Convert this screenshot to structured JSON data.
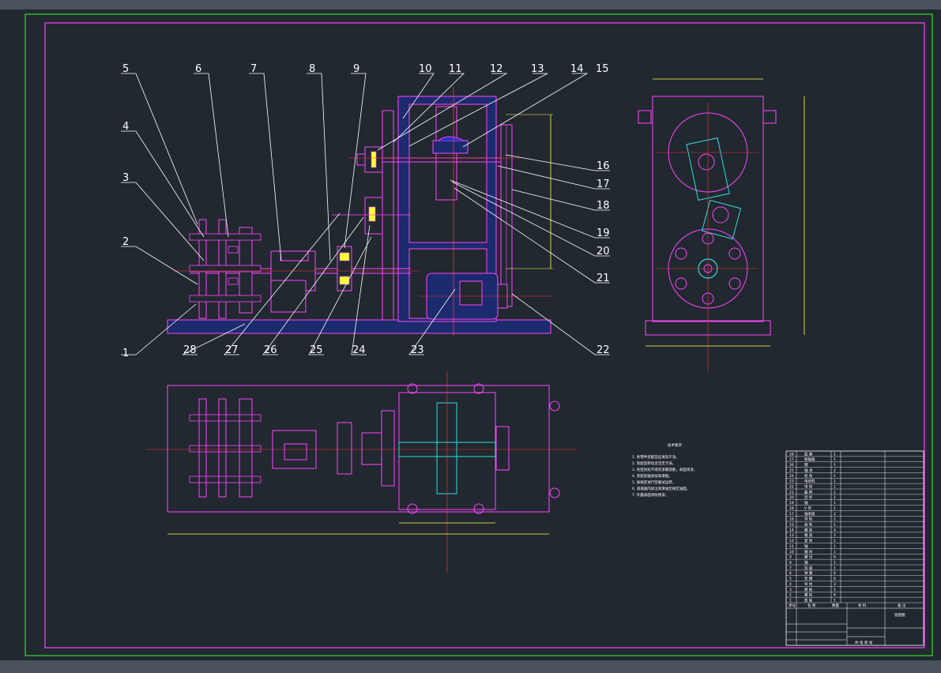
{
  "drawing": {
    "part_labels": [
      "1",
      "2",
      "3",
      "4",
      "5",
      "6",
      "7",
      "8",
      "9",
      "10",
      "11",
      "12",
      "13",
      "14",
      "15",
      "16",
      "17",
      "18",
      "19",
      "20",
      "21",
      "22",
      "23",
      "24",
      "25",
      "26",
      "27",
      "28"
    ],
    "tech_notes_title": "技术要求",
    "tech_notes": [
      "1. 各零件装配前应清洗干净。",
      "2. 装配后转动灵活无卡滞。",
      "3. 各密封处不得有渗漏现象，表面涂漆。",
      "4. 装配前轴承加润滑脂。",
      "5. 按规定进行空载试运转。",
      "6. 减速器内加注润滑油至规定油面。",
      "7. 外露表面涂防锈漆。"
    ],
    "bom_rows": [
      [
        "28",
        "底 座",
        "1",
        ""
      ],
      [
        "27",
        "联轴器",
        "1",
        ""
      ],
      [
        "26",
        "键",
        "1",
        ""
      ],
      [
        "25",
        "轴 承",
        "2",
        ""
      ],
      [
        "24",
        "机 架",
        "1",
        ""
      ],
      [
        "23",
        "电动机",
        "1",
        ""
      ],
      [
        "22",
        "带 轮",
        "1",
        ""
      ],
      [
        "21",
        "曲 柄",
        "1",
        ""
      ],
      [
        "20",
        "连 杆",
        "1",
        ""
      ],
      [
        "19",
        "轴",
        "1",
        ""
      ],
      [
        "18",
        "V 带",
        "1",
        ""
      ],
      [
        "17",
        "轴承座",
        "2",
        ""
      ],
      [
        "16",
        "带 轮",
        "1",
        ""
      ],
      [
        "15",
        "齿 轮",
        "1",
        ""
      ],
      [
        "14",
        "螺 栓",
        "4",
        ""
      ],
      [
        "13",
        "端 盖",
        "2",
        ""
      ],
      [
        "12",
        "套 筒",
        "1",
        ""
      ],
      [
        "11",
        "轴",
        "1",
        ""
      ],
      [
        "10",
        "箱 体",
        "1",
        ""
      ],
      [
        "9",
        "螺 母",
        "6",
        ""
      ],
      [
        "8",
        "轴",
        "1",
        ""
      ],
      [
        "7",
        "压 盘",
        "1",
        ""
      ],
      [
        "6",
        "弹 簧",
        "6",
        ""
      ],
      [
        "5",
        "垫 圈",
        "6",
        ""
      ],
      [
        "4",
        "导 柱",
        "3",
        ""
      ],
      [
        "3",
        "模 板",
        "1",
        ""
      ],
      [
        "2",
        "螺 栓",
        "6",
        ""
      ],
      [
        "1",
        "底 板",
        "1",
        ""
      ]
    ],
    "title_block": {
      "header_cols": [
        "序号",
        "名 称",
        "数量",
        "材 料",
        "备 注"
      ],
      "drawing_title": "装配图",
      "sheet_text": "共 张 第 张"
    }
  }
}
